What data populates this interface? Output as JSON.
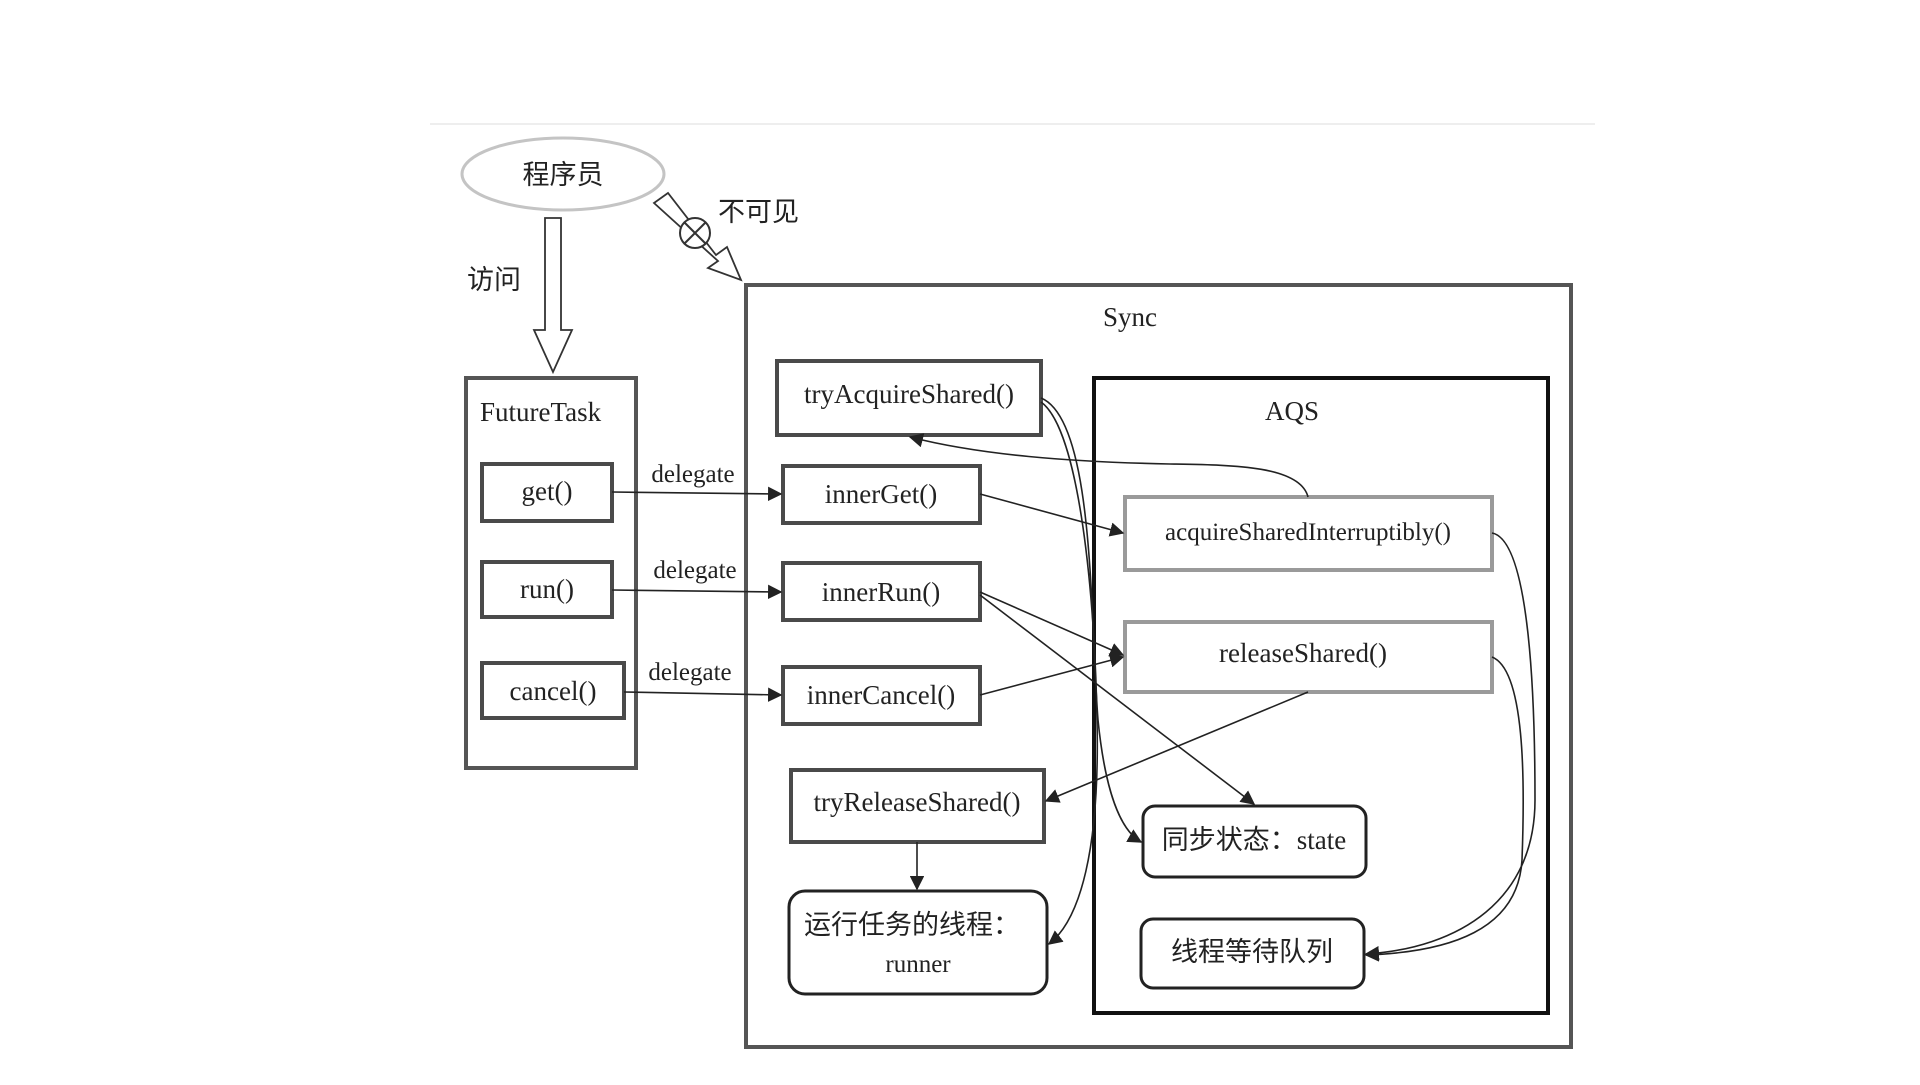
{
  "actor": {
    "label": "程序员"
  },
  "access_label": "访问",
  "invisible_label": "不可见",
  "futuretask": {
    "title": "FutureTask",
    "methods": [
      "get()",
      "run()",
      "cancel()"
    ]
  },
  "delegate_label": "delegate",
  "sync": {
    "title": "Sync",
    "methods": {
      "try_acquire": "tryAcquireShared()",
      "inner_get": "innerGet()",
      "inner_run": "innerRun()",
      "inner_cancel": "innerCancel()",
      "try_release": "tryReleaseShared()"
    },
    "runner": {
      "line1": "运行任务的线程：",
      "line2": "runner"
    }
  },
  "aqs": {
    "title": "AQS",
    "acquire": "acquireSharedInterruptibly()",
    "release": "releaseShared()",
    "state": "同步状态：state",
    "queue": "线程等待队列"
  },
  "colors": {
    "frame": "#555555",
    "inner_frame": "#111111",
    "light_box": "#9a9a9a"
  }
}
